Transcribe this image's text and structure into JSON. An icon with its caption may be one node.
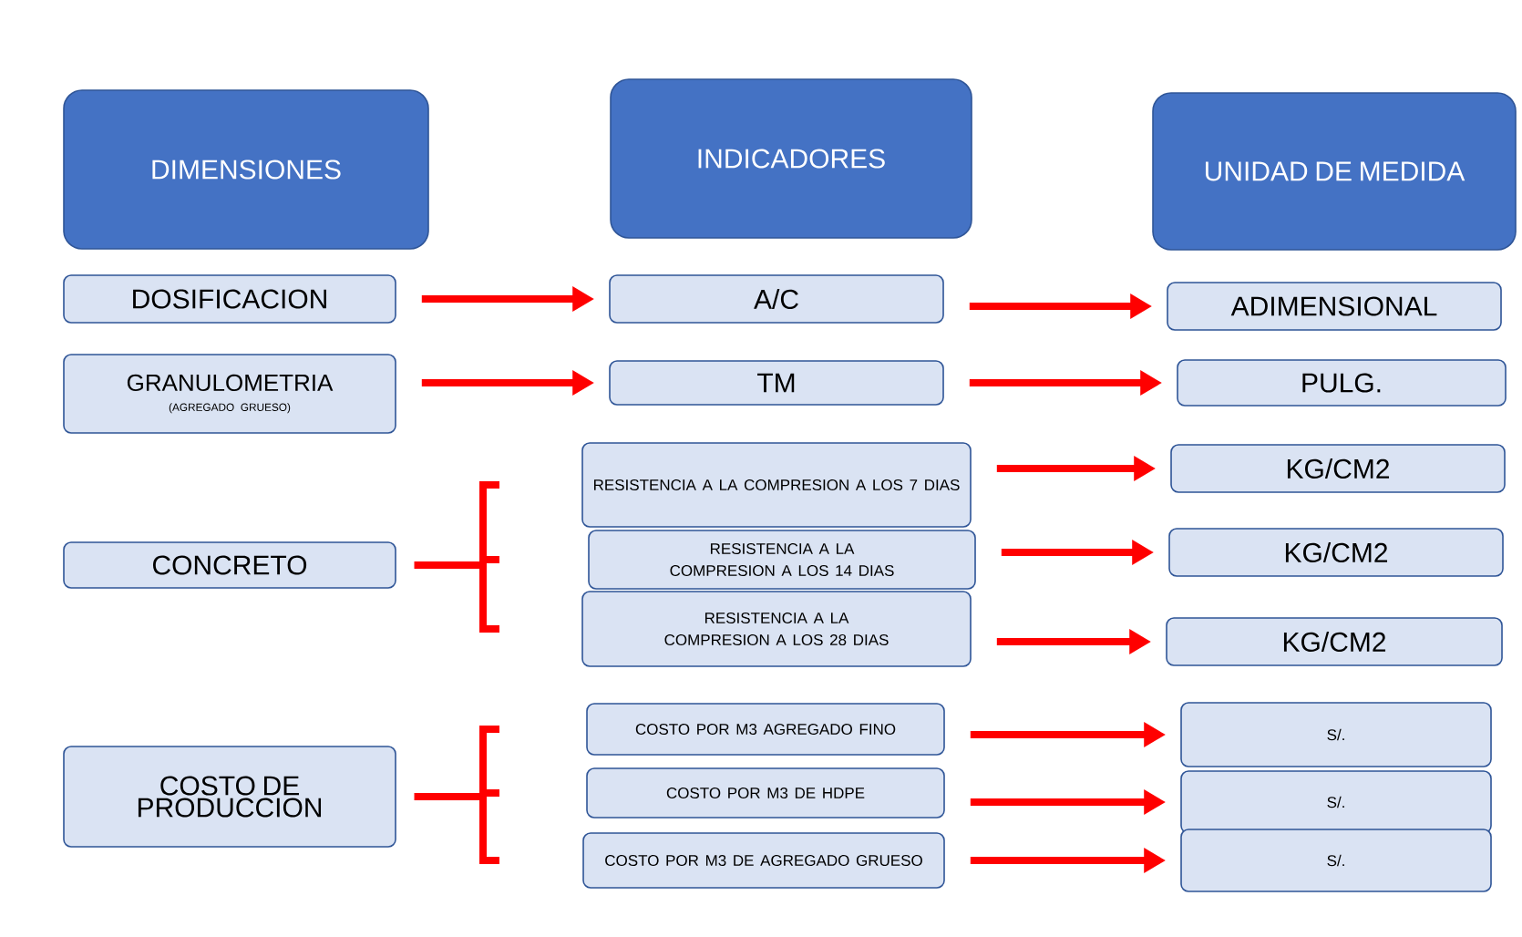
{
  "diagram": {
    "nodes": [
      {
        "text": [
          "DIMENSIONES"
        ]
      },
      {
        "text": [
          "INDICADORES"
        ]
      },
      {
        "text": [
          "UNIDAD DE MEDIDA"
        ]
      },
      {
        "text": [
          "DOSIFICACION"
        ]
      },
      {
        "text": [
          "A/C"
        ]
      },
      {
        "text": [
          "ADIMENSIONAL"
        ]
      },
      {
        "text": [
          "GRANULOMETRIA",
          "(AGREGADO GRUESO)"
        ]
      },
      {
        "text": [
          "TM"
        ]
      },
      {
        "text": [
          "PULG."
        ]
      },
      {
        "text": [
          "CONCRETO"
        ]
      },
      {
        "text": [
          "RESISTENCIA A LA COMPRESION A LOS 7 DIAS"
        ]
      },
      {
        "text": [
          "KG/CM2"
        ]
      },
      {
        "text": [
          "RESISTENCIA A LA COMPRESION A LOS 14 DIAS"
        ]
      },
      {
        "text": [
          "KG/CM2"
        ]
      },
      {
        "text": [
          "RESISTENCIA A LA COMPRESION A LOS 28 DIAS"
        ]
      },
      {
        "text": [
          "KG/CM2"
        ]
      },
      {
        "text": [
          "COSTO DE PRODUCCION"
        ]
      },
      {
        "text": [
          "COSTO POR M3 AGREGADO FINO"
        ]
      },
      {
        "text": [
          "S/."
        ]
      },
      {
        "text": [
          "COSTO POR M3 DE HDPE"
        ]
      },
      {
        "text": [
          "S/."
        ]
      },
      {
        "text": [
          "COSTO POR M3 DE AGREGADO GRUESO"
        ]
      },
      {
        "text": [
          "S/."
        ]
      }
    ],
    "edges": [
      {
        "from": 3,
        "to": 4,
        "arrow": "to"
      },
      {
        "from": 4,
        "to": 5,
        "arrow": "to"
      },
      {
        "from": 6,
        "to": 7,
        "arrow": "to"
      },
      {
        "from": 7,
        "to": 8,
        "arrow": "to"
      },
      {
        "from": 9,
        "to": 10,
        "arrow": "none"
      },
      {
        "from": 9,
        "to": 12,
        "arrow": "none"
      },
      {
        "from": 9,
        "to": 14,
        "arrow": "none"
      },
      {
        "from": 10,
        "to": 11,
        "arrow": "to"
      },
      {
        "from": 12,
        "to": 13,
        "arrow": "to"
      },
      {
        "from": 14,
        "to": 15,
        "arrow": "to"
      },
      {
        "from": 16,
        "to": 17,
        "arrow": "none"
      },
      {
        "from": 16,
        "to": 19,
        "arrow": "none"
      },
      {
        "from": 16,
        "to": 21,
        "arrow": "none"
      },
      {
        "from": 17,
        "to": 18,
        "arrow": "to"
      },
      {
        "from": 19,
        "to": 20,
        "arrow": "to"
      },
      {
        "from": 21,
        "to": 22,
        "arrow": "to"
      }
    ]
  }
}
